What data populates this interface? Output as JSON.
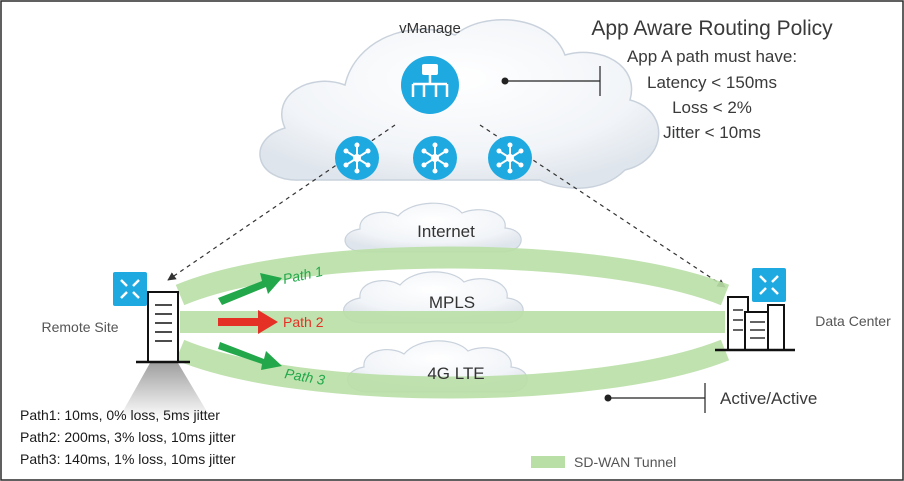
{
  "policy": {
    "title": "App Aware Routing Policy",
    "lines": [
      "App A path must have:",
      "Latency < 150ms",
      "Loss < 2%",
      "Jitter < 10ms"
    ]
  },
  "controller": {
    "label": "vManage"
  },
  "transports": [
    "Internet",
    "MPLS",
    "4G LTE"
  ],
  "sites": {
    "remote": "Remote Site",
    "datacenter": "Data Center"
  },
  "paths": [
    {
      "label": "Path 1",
      "color": "#22a84a"
    },
    {
      "label": "Path 2",
      "color": "#e53025"
    },
    {
      "label": "Path 3",
      "color": "#22a84a"
    }
  ],
  "path_stats": [
    "Path1: 10ms, 0% loss, 5ms jitter",
    "Path2: 200ms, 3% loss, 10ms jitter",
    "Path3: 140ms, 1% loss, 10ms jitter"
  ],
  "mode_label": "Active/Active",
  "legend": {
    "label": "SD-WAN Tunnel",
    "color": "#b9dfa6"
  },
  "colors": {
    "device_blue": "#1fa9e1",
    "tunnel_green": "#b9dfa6"
  }
}
